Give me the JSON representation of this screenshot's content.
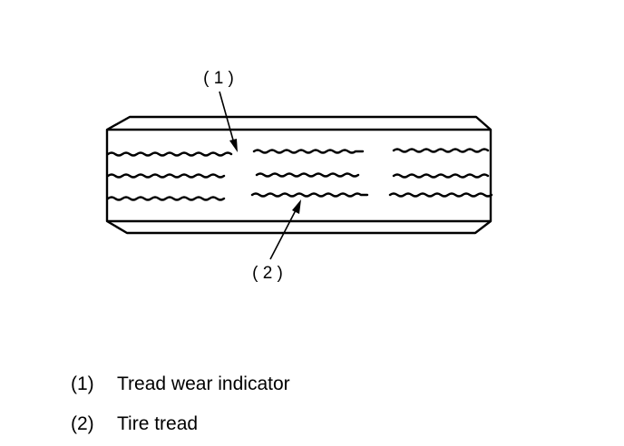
{
  "callouts": [
    {
      "number": "( 1 )"
    },
    {
      "number": "( 2 )"
    }
  ],
  "legend": [
    {
      "number": "(1)",
      "text": "Tread wear indicator"
    },
    {
      "number": "(2)",
      "text": "Tire tread"
    }
  ],
  "colors": {
    "line": "#000000",
    "background": "#ffffff"
  }
}
